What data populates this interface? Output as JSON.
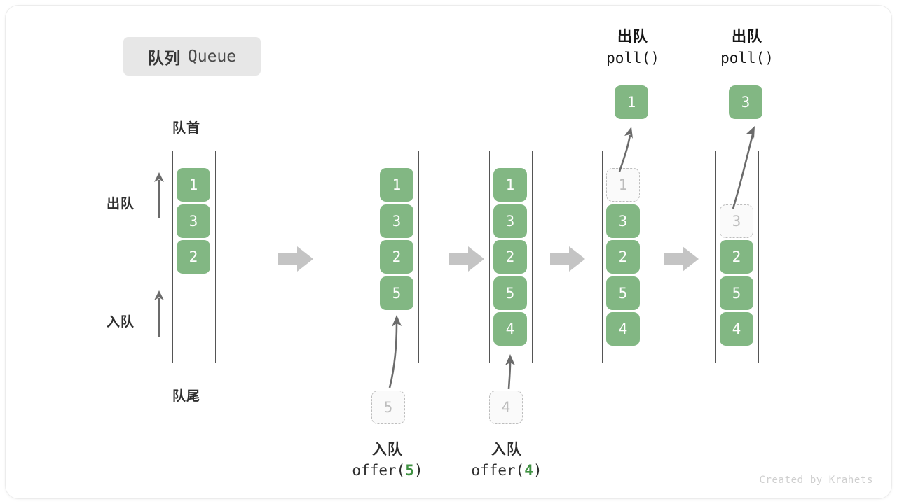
{
  "title": {
    "cn": "队列",
    "en": "Queue"
  },
  "labels": {
    "front": "队首",
    "rear": "队尾",
    "dequeue": "出队",
    "enqueue": "入队"
  },
  "watermark": "Created by Krahets",
  "colors": {
    "cell_fill": "#82b783",
    "cell_text": "#ffffff",
    "ghost_border": "#bdbdbd",
    "ghost_text": "#bdbdbd",
    "rail": "#555555",
    "arrow_gray": "#6b6b6b",
    "block_arrow": "#c4c4c4",
    "accent_green": "#3f9142",
    "badge_bg": "#e7e7e7"
  },
  "stages": [
    {
      "id": "stage-initial",
      "cells": [
        {
          "value": "1",
          "ghost": false
        },
        {
          "value": "3",
          "ghost": false
        },
        {
          "value": "2",
          "ghost": false
        }
      ]
    },
    {
      "id": "stage-after-offer-5",
      "cells": [
        {
          "value": "1",
          "ghost": false
        },
        {
          "value": "3",
          "ghost": false
        },
        {
          "value": "2",
          "ghost": false
        },
        {
          "value": "5",
          "ghost": false
        }
      ]
    },
    {
      "id": "stage-after-offer-4",
      "cells": [
        {
          "value": "1",
          "ghost": false
        },
        {
          "value": "3",
          "ghost": false
        },
        {
          "value": "2",
          "ghost": false
        },
        {
          "value": "5",
          "ghost": false
        },
        {
          "value": "4",
          "ghost": false
        }
      ]
    },
    {
      "id": "stage-after-poll-1",
      "cells": [
        {
          "value": "1",
          "ghost": true
        },
        {
          "value": "3",
          "ghost": false
        },
        {
          "value": "2",
          "ghost": false
        },
        {
          "value": "5",
          "ghost": false
        },
        {
          "value": "4",
          "ghost": false
        }
      ]
    },
    {
      "id": "stage-after-poll-3",
      "cells": [
        {
          "value": "",
          "ghost": false,
          "blank": true
        },
        {
          "value": "3",
          "ghost": true
        },
        {
          "value": "2",
          "ghost": false
        },
        {
          "value": "5",
          "ghost": false
        },
        {
          "value": "4",
          "ghost": false
        }
      ]
    }
  ],
  "enqueue_ops": [
    {
      "id": "offer-5",
      "ghost_value": "5",
      "caption_cn": "入队",
      "fn": "offer(",
      "arg": "5",
      "close": ")"
    },
    {
      "id": "offer-4",
      "ghost_value": "4",
      "caption_cn": "入队",
      "fn": "offer(",
      "arg": "4",
      "close": ")"
    }
  ],
  "dequeue_ops": [
    {
      "id": "poll-1",
      "caption_cn": "出队",
      "fn": "poll()",
      "result": "1"
    },
    {
      "id": "poll-3",
      "caption_cn": "出队",
      "fn": "poll()",
      "result": "3"
    }
  ],
  "transition_arrows": [
    {
      "id": "arrow-1"
    },
    {
      "id": "arrow-2"
    },
    {
      "id": "arrow-3"
    },
    {
      "id": "arrow-4"
    }
  ]
}
